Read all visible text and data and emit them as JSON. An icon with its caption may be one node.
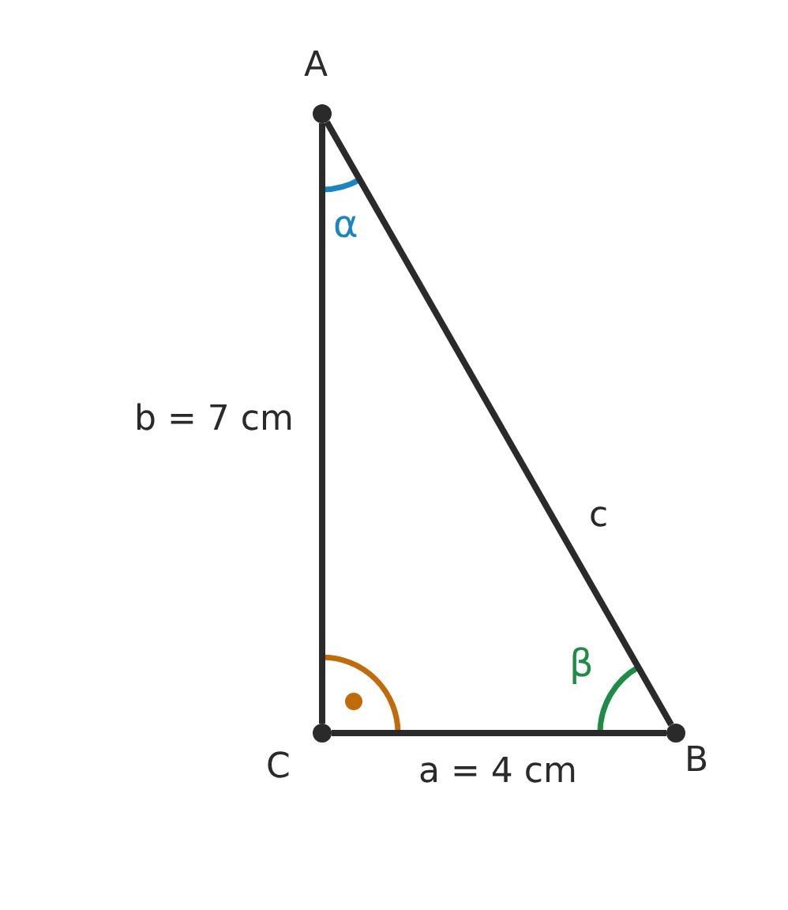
{
  "diagram": {
    "nodes": [
      {
        "text": [
          "A"
        ]
      },
      {
        "text": [
          "B"
        ]
      },
      {
        "text": [
          "C"
        ]
      }
    ],
    "edges": [
      {
        "from": 0,
        "to": 2,
        "arrow": "none",
        "label": "b = 7 cm"
      },
      {
        "from": 2,
        "to": 1,
        "arrow": "none",
        "label": "a = 4 cm"
      },
      {
        "from": 0,
        "to": 1,
        "arrow": "none",
        "label": "c"
      }
    ],
    "labels": [
      "α",
      "β"
    ]
  }
}
